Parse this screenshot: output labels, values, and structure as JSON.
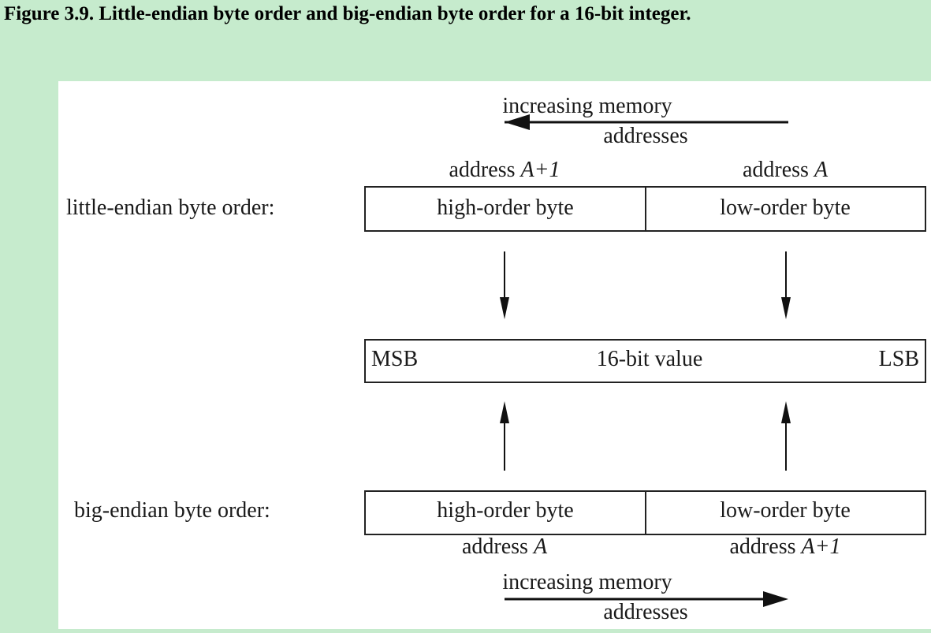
{
  "caption": "Figure 3.9. Little-endian byte order and big-endian byte order for a 16-bit integer.",
  "top_direction": {
    "line1": "increasing memory",
    "line2": "addresses"
  },
  "little_endian": {
    "label": "little-endian byte order:",
    "left_address": {
      "prefix": "address ",
      "var": "A+1"
    },
    "right_address": {
      "prefix": "address ",
      "var": "A"
    },
    "left_cell": "high-order byte",
    "right_cell": "low-order byte"
  },
  "value_box": {
    "msb": "MSB",
    "center": "16-bit value",
    "lsb": "LSB"
  },
  "big_endian": {
    "label": "big-endian byte order:",
    "left_cell": "high-order byte",
    "right_cell": "low-order byte",
    "left_address": {
      "prefix": "address ",
      "var": "A"
    },
    "right_address": {
      "prefix": "address ",
      "var": "A+1"
    }
  },
  "bottom_direction": {
    "line1": "increasing memory",
    "line2": "addresses"
  }
}
